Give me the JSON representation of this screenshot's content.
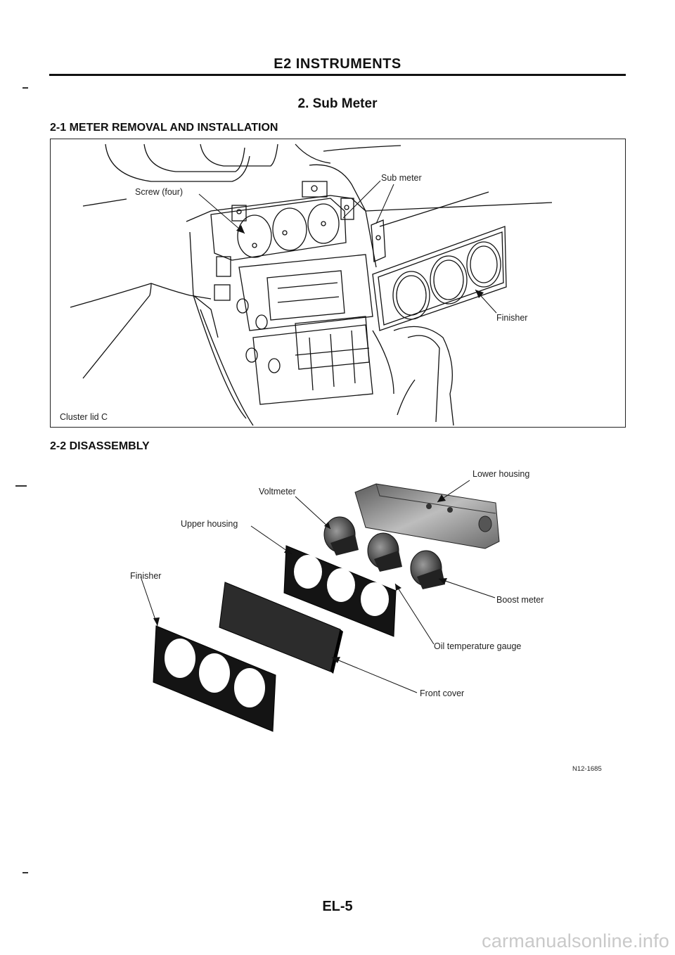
{
  "header": {
    "chapter": "E2 INSTRUMENTS",
    "section": "2. Sub Meter"
  },
  "sections": [
    {
      "heading": "2-1 METER REMOVAL AND INSTALLATION"
    },
    {
      "heading": "2-2 DISASSEMBLY"
    }
  ],
  "figure_removal": {
    "labels": {
      "screw": "Screw (four)",
      "sub_meter": "Sub meter",
      "finisher": "Finisher",
      "cluster_lid": "Cluster lid C"
    }
  },
  "figure_disassembly": {
    "labels": {
      "lower_housing": "Lower housing",
      "voltmeter": "Voltmeter",
      "upper_housing": "Upper housing",
      "finisher": "Finisher",
      "boost_meter": "Boost meter",
      "oil_temp_gauge": "Oil temperature gauge",
      "front_cover": "Front cover"
    },
    "code": "N12-1685"
  },
  "footer": {
    "page": "EL-5",
    "watermark": "carmanualsonline.info"
  }
}
